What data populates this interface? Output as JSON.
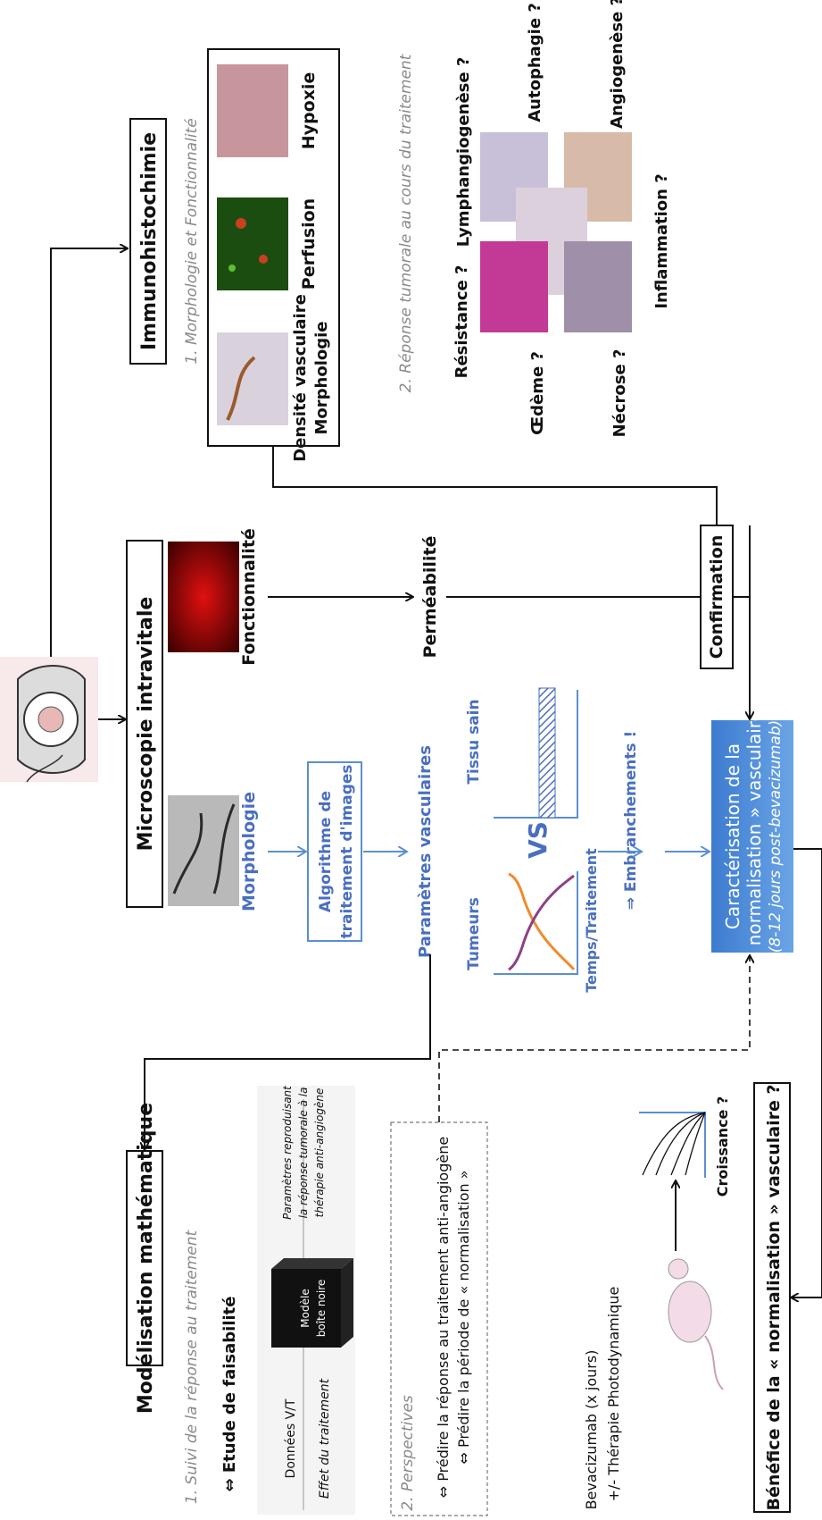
{
  "colors": {
    "accent_blue": "#4a6fc0",
    "box_blue": "#5b8fd0",
    "tumor_purple": "#8e3f86",
    "tumor_orange": "#ef8b2c"
  },
  "immuno": {
    "title": "Immunohistochimie",
    "section1": "1. Morphologie et Fonctionnalité",
    "img1_caption_line1": "Densité vasculaire",
    "img1_caption_line2": "Morphologie",
    "img2_caption": "Perfusion",
    "img3_caption": "Hypoxie",
    "section2": "2. Réponse tumorale au cours du traitement",
    "labels": {
      "resistance": "Résistance ?",
      "oedeme": "Œdème ?",
      "necrose": "Nécrose ?",
      "inflammation": "Inflammation ?",
      "lymphangio": "Lymphangiogenèse ?",
      "autophagie": "Autophagie ?",
      "angiogenese": "Angiogenèse ?"
    }
  },
  "intravital": {
    "title": "Microscopie intravitale",
    "morphology": "Morphologie",
    "functionality": "Fonctionnalité",
    "permeability": "Perméabilité",
    "confirmation": "Confirmation",
    "algorithm_line1": "Algorithme de",
    "algorithm_line2": "traitement d'images",
    "vascular_params": "Paramètres vasculaires",
    "tumors": "Tumeurs",
    "healthy": "Tissu sain",
    "vs": "VS",
    "time_axis": "Temps/Traitement",
    "branchings": "⇒ Embranchements !"
  },
  "characterization": {
    "line1": "Caractérisation de la",
    "line2": "« normalisation » vasculaire",
    "line3": "(8-12 jours post-bevacizumab)"
  },
  "math": {
    "title": "Modélisation mathématique",
    "section1": "1. Suivi de la réponse au traitement",
    "feasibility": "⇔ Etude de faisabilité",
    "data_vt": "Données V/T",
    "treatment_effect": "Effet du traitement",
    "model_line1": "Modèle",
    "model_line2": "boîte noire",
    "params_line1": "Paramètres reproduisant",
    "params_line2": "la réponse tumorale à la",
    "params_line3": "thérapie anti-angiogène",
    "section2": "2. Perspectives",
    "persp1": "⇔ Prédire la réponse au traitement anti-angiogène",
    "persp2": "⇔ Prédire la période de « normalisation »"
  },
  "therapy": {
    "line1": "Bevacizumab (x jours)",
    "line2": "+/- Thérapie Photodynamique",
    "growth": "Croissance ?",
    "benefit": "Bénéfice de la « normalisation » vasculaire ?"
  }
}
